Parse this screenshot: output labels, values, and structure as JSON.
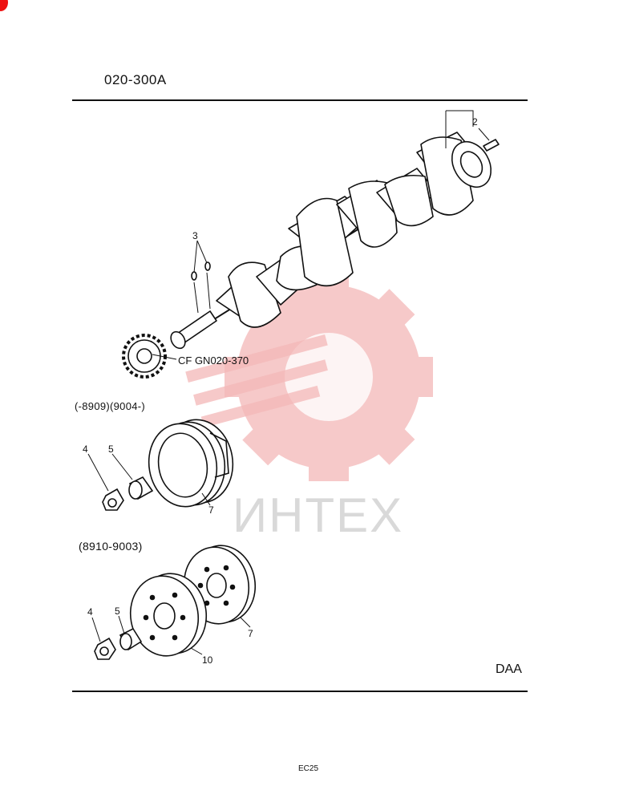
{
  "header": {
    "section_code": "020-300A"
  },
  "cross_reference": "CF GN020-370",
  "variants": {
    "a": "(-8909)(9004-)",
    "b": "(8910-9003)"
  },
  "engine_code": "DAA",
  "page_code": "EC25",
  "watermark": {
    "text": "ИНТЕХ"
  },
  "callouts": {
    "c2": "2",
    "c3": "3",
    "a4": "4",
    "a5": "5",
    "a7": "7",
    "b4": "4",
    "b5": "5",
    "b7": "7",
    "b10": "10"
  },
  "colors": {
    "watermark": "#f2b0b0",
    "watermark_text": "#d9d9d9",
    "ink": "#111111"
  }
}
